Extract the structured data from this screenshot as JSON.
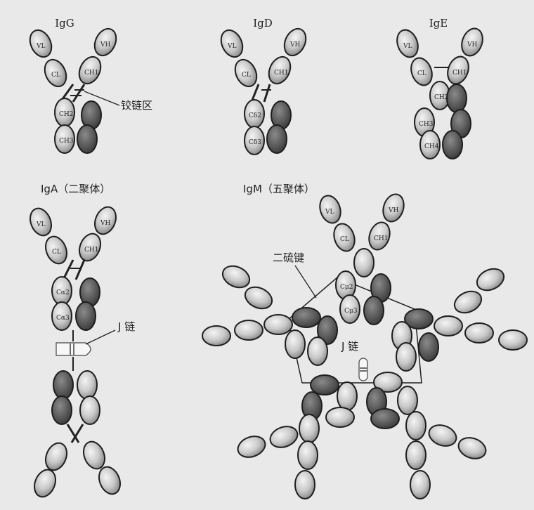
{
  "titles": {
    "igg": "IgG",
    "igd": "IgD",
    "ige": "IgE",
    "iga": "IgA（二聚体）",
    "igm": "IgM（五聚体）"
  },
  "annotations": {
    "hinge": "铰链区",
    "disulfide": "二硫键",
    "jchain_iga": "J 链",
    "jchain_igm": "J 链"
  },
  "domains": {
    "VL": "VL",
    "VH": "VH",
    "CL": "CL",
    "CH1": "CH1",
    "CH2": "CH2",
    "CH3": "CH3",
    "CH4": "CH4",
    "Cd2": "Cδ2",
    "Cd3": "Cδ3",
    "Ca2": "Cα2",
    "Ca3": "Cα3",
    "Cm2": "Cμ2",
    "Cm3": "Cμ3"
  },
  "colors": {
    "background": "#e9e9e9",
    "light_domain": "#c8c8c8",
    "heavy_domain": "#5a5a5a",
    "outline": "#1e1e1e"
  }
}
